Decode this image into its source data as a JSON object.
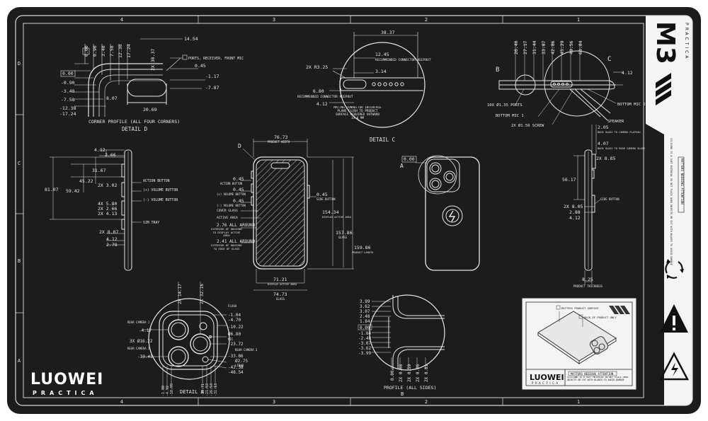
{
  "brand": {
    "logo_text": "LUOWEI",
    "logo_sub": "PRACTICA",
    "small_logo_text": "LUOWEI",
    "small_logo_sub": "PRACTICA",
    "model": "M3",
    "model_sub": "PRACTICA"
  },
  "grid": {
    "top_cols": [
      "4",
      "3",
      "2",
      "1"
    ],
    "bottom_cols": [
      "4",
      "3",
      "2",
      "1"
    ],
    "left_rows": [
      "D",
      "C",
      "B",
      "A"
    ]
  },
  "detail_d": {
    "title": "CORNER PROFILE (ALL FOUR CORNERS)",
    "label": "DETAIL D",
    "v_dims": [
      "0.00",
      "0.90",
      "3.48",
      "7.58",
      "12.38",
      "17.24"
    ],
    "h_dims": [
      "0.00",
      "-0.90",
      "-3.48",
      "-7.58",
      "-12.38",
      "-17.24"
    ],
    "top": [
      "14.54",
      "2X 38.37",
      "0.45"
    ],
    "right": [
      "-1.17",
      "-7.87"
    ],
    "bottom": [
      "8.07",
      "20.69"
    ],
    "callout": "PORTS, RECEIVER, FRONT MIC"
  },
  "detail_c": {
    "label": "DETAIL C",
    "dims": [
      "38.37",
      "12.45",
      "3.14",
      "6.80",
      "4.12",
      "2X R3.25"
    ],
    "notes": [
      "RECOMMENDED CONNECTOR KEEPOUT",
      "RECOMMENDED CONNECTOR KEEPOUT",
      "MATING CONNECTOR INTERFACE PLANE FLUSH TO PRODUCT SURFACE REQUIRED OUTWARD 14.0 MM"
    ]
  },
  "bottom_view": {
    "top_dims": [
      "20.40",
      "27.17",
      "31.44",
      "33.87",
      "42.86",
      "45.29",
      "49.56",
      "60.84"
    ],
    "label_b": "B",
    "label_c": "C",
    "right_dim": "4.12",
    "callouts": [
      "10X Ø1.35 PORTS",
      "BOTTOM MIC 1",
      "2X Ø1.50 SCREW",
      "BOTTOM MIC 2",
      "SPEAKER"
    ]
  },
  "left_side": {
    "dims": [
      "4.12",
      "2.66",
      "31.67",
      "45.22",
      "2X 3.02",
      "81.07",
      "59.42",
      "4X 5.80",
      "2X 2.66",
      "2X 4.13",
      "2X 8.07",
      "4.12",
      "2.78"
    ],
    "labels": [
      "ACTION BUTTON",
      "(+) VOLUME BUTTON",
      "(-) VOLUME BUTTON",
      "SIM TRAY"
    ]
  },
  "front": {
    "detail": "D",
    "width": "76.73",
    "width_label": "PRODUCT WIDTH",
    "left_dims": [
      "0.45",
      "0.45",
      "0.45"
    ],
    "left_labels": [
      "ACTION BUTTON",
      "(+) VOLUME BUTTON",
      "(-) VOLUME BUTTON",
      "COVER GLASS",
      "ACTIVE AREA",
      "2.76 ALL AROUND",
      "EXTERIOR OF HOUSING TO DISPLAY ACTIVE AREA",
      "2.41 ALL AROUND",
      "EXTERIOR OF HOUSING TO EDGE OF GLASS"
    ],
    "right_dims": [
      "0.45",
      "154.34",
      "157.86",
      "159.86"
    ],
    "right_labels": [
      "SIDE BUTTON",
      "DISPLAY ACTIVE AREA",
      "GLASS",
      "PRODUCT LENGTH"
    ],
    "bottom_dims": [
      "71.21",
      "74.73"
    ],
    "bottom_labels": [
      "DISPLAY ACTIVE AREA",
      "GLASS"
    ]
  },
  "back": {
    "label_a": "A",
    "dim": "0.00"
  },
  "right_side": {
    "dims": [
      "2.05",
      "4.07",
      "2X 8.85",
      "56.17",
      "2X 8.05",
      "2.88",
      "4.12",
      "8.25"
    ],
    "labels": [
      "BACK GLASS TO CAMERA PLATEAU",
      "BACK GLASS TO REAR CAMERA GLASS",
      "SIDE BUTTON",
      "PRODUCT THICKNESS"
    ]
  },
  "detail_a": {
    "label": "DETAIL A",
    "top": [
      "2X 14.17",
      "2X 32.16"
    ],
    "right_dims": [
      "-1.04",
      "-4.70",
      "-10.22",
      "Ø6.80",
      "-23.72",
      "-33.86",
      "Ø2.75",
      "-42.38",
      "-48.54"
    ],
    "left_dims": [
      "-4.17",
      "3X Ø16.22",
      "-33.41"
    ],
    "bottom": [
      "-1.08",
      "-4.92",
      "-10.99",
      "-18.71",
      "-21.53",
      "-26.53",
      "-31.13"
    ],
    "labels": [
      "FLASH",
      "MIC",
      "REAR CAMERA 1",
      "REAR CAMERA 2",
      "REAR CAMERA 3",
      "LIDAR"
    ]
  },
  "profile": {
    "label": "PROFILE (ALL SIDES)",
    "detail": "B",
    "left_top": [
      "3.99",
      "3.62",
      "3.07",
      "2.48",
      "1.84",
      "0.00"
    ],
    "left_bottom": [
      "-1.84",
      "-2.48",
      "-3.07",
      "-3.62",
      "-3.99"
    ],
    "bottom": [
      "0.00",
      "2X 0.08",
      "2X 0.59",
      "2X 0.36",
      "2X 0.81"
    ]
  },
  "product_box": {
    "callout1": "MATTERS PRODUCT SURFACE",
    "callout2": "BACK OF PRODUCT ONLY",
    "warn_title": "MATTERS NEEDING ATTENTION",
    "warn_text": "SILICONE IS A SOFT MATERIAL DO NOT PLACE HARD OBJECTS OR CUT WITH BLADES TO AVOID DAMAGE"
  },
  "sidebar": {
    "warn_title": "MATTERS NEEDING ATTENTION",
    "warn_text": "SILICONE IS A SOFT MATERIAL DO NOT PLACE HARD OBJECTS OR CUT WITH BLADES TO AVOID DAMAGE"
  },
  "colors": {
    "mat": "#1c1c1c",
    "line": "#e6e6e6",
    "accent": "#ffffff"
  }
}
